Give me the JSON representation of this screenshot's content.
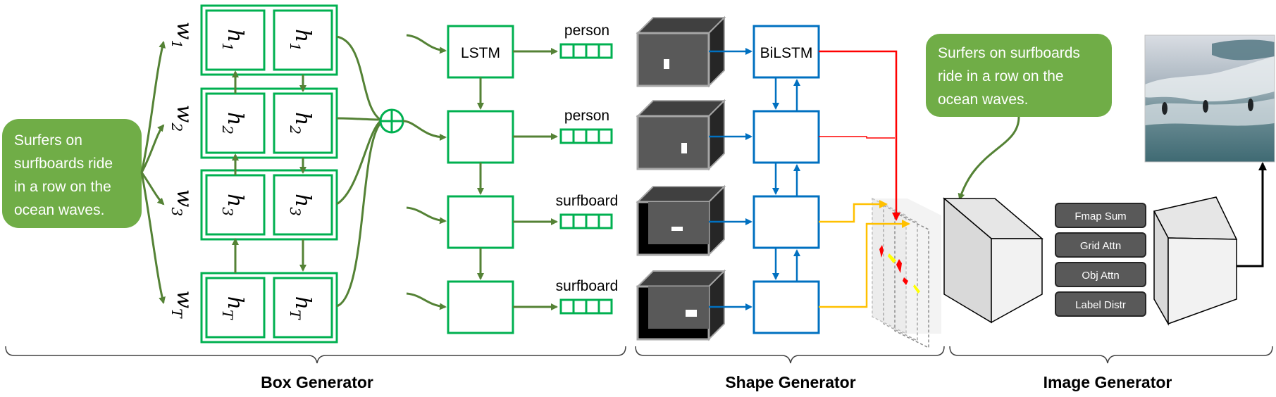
{
  "sections": {
    "box_generator": "Box Generator",
    "shape_generator": "Shape Generator",
    "image_generator": "Image Generator"
  },
  "input_text_left": [
    "Surfers on",
    "surfboards ride",
    "in a row on the",
    "ocean waves."
  ],
  "input_text_right": [
    "Surfers on surfboards",
    "ride in a row on the",
    "ocean waves."
  ],
  "words": [
    {
      "base": "w",
      "sub": "1"
    },
    {
      "base": "w",
      "sub": "2"
    },
    {
      "base": "w",
      "sub": "3"
    },
    {
      "base": "w",
      "sub": "T"
    }
  ],
  "hidden_states": [
    {
      "base": "h",
      "sub": "1"
    },
    {
      "base": "h",
      "sub": "2"
    },
    {
      "base": "h",
      "sub": "3"
    },
    {
      "base": "h",
      "sub": "T"
    }
  ],
  "concat_symbol": "⊕",
  "lstm_label": "LSTM",
  "bilstm_label": "BiLSTM",
  "object_labels": [
    "person",
    "person",
    "surfboard",
    "surfboard"
  ],
  "image_generator_modules": [
    "Fmap Sum",
    "Grid Attn",
    "Obj Attn",
    "Label Distr"
  ],
  "colors": {
    "green_accent": "#70ad47",
    "green_box": "#00b050",
    "green_arrow": "#548235",
    "blue": "#0070c0",
    "red": "#ff0000",
    "orange": "#ffc000",
    "dark_grey": "#595959"
  }
}
